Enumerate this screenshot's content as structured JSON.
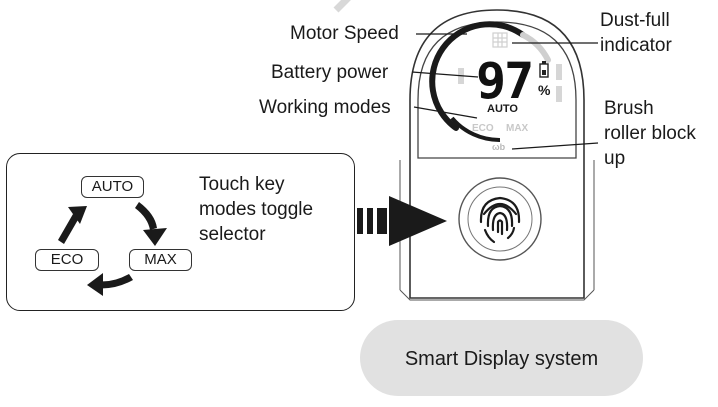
{
  "device": {
    "display_reading": "97",
    "percent_symbol": "%",
    "current_mode": "AUTO",
    "mode_indicators": [
      "ECO",
      "MAX"
    ],
    "brush_icon_text": "ωb"
  },
  "callouts": {
    "motor_speed": "Motor Speed",
    "battery_power": "Battery power",
    "working_modes": "Working modes",
    "dust_full": [
      "Dust-full",
      "indicator"
    ],
    "brush_roller": [
      "Brush",
      "roller block",
      "up"
    ]
  },
  "modes_panel": {
    "modes": [
      "AUTO",
      "MAX",
      "ECO"
    ],
    "description": [
      "Touch key",
      "modes toggle",
      "selector"
    ]
  },
  "caption": "Smart Display system",
  "colors": {
    "ink": "#1a1a1a",
    "caption_background": "#e1e1e1",
    "faded_segments": "#cfcfcf"
  }
}
